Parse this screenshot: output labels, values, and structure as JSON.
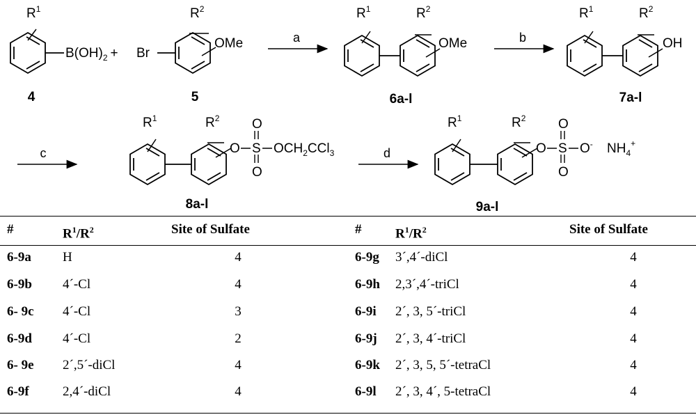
{
  "scheme": {
    "compound_labels": [
      "4",
      "5",
      "6a-l",
      "7a-l",
      "8a-l",
      "9a-l"
    ],
    "steps": [
      "a",
      "b",
      "c",
      "d"
    ],
    "groups": {
      "r1": "R",
      "r1_sup": "1",
      "r2": "R",
      "r2_sup": "2",
      "boronic": "B(OH)",
      "boronic_sub": "2",
      "plus": "+",
      "br": "Br",
      "ome": "OMe",
      "oh": "OH",
      "o": "O",
      "s": "S",
      "och2ccl3": "OCH",
      "och2_sub": "2",
      "ccl": "CCl",
      "ccl_sub": "3",
      "o_minus": "O",
      "minus": "-",
      "nh": "NH",
      "nh_sub": "4",
      "plus_charge": "+"
    }
  },
  "table": {
    "headers": {
      "num": "#",
      "r": "R",
      "r_sup1": "1",
      "slash": "/R",
      "r_sup2": "2",
      "site": "Site of Sulfate"
    },
    "rows_left": [
      {
        "id": "6-9a",
        "sub": "H",
        "site": "4"
      },
      {
        "id": "6-9b",
        "sub": "4´-Cl",
        "site": "4"
      },
      {
        "id": "6- 9c",
        "sub": "4´-Cl",
        "site": "3"
      },
      {
        "id": "6-9d",
        "sub": "4´-Cl",
        "site": "2"
      },
      {
        "id": "6- 9e",
        "sub": "2´,5´-diCl",
        "site": "4"
      },
      {
        "id": "6-9f",
        "sub": "2,4´-diCl",
        "site": "4"
      }
    ],
    "rows_right": [
      {
        "id": "6-9g",
        "sub": "3´,4´-diCl",
        "site": "4"
      },
      {
        "id": "6-9h",
        "sub": "2,3´,4´-triCl",
        "site": "4"
      },
      {
        "id": "6-9i",
        "sub": "2´, 3, 5´-triCl",
        "site": "4"
      },
      {
        "id": "6-9j",
        "sub": "2´, 3, 4´-triCl",
        "site": "4"
      },
      {
        "id": "6-9k",
        "sub": "2´, 3, 5, 5´-tetraCl",
        "site": "4"
      },
      {
        "id": "6-9l",
        "sub": "2´, 3, 4´, 5-tetraCl",
        "site": "4"
      }
    ]
  }
}
